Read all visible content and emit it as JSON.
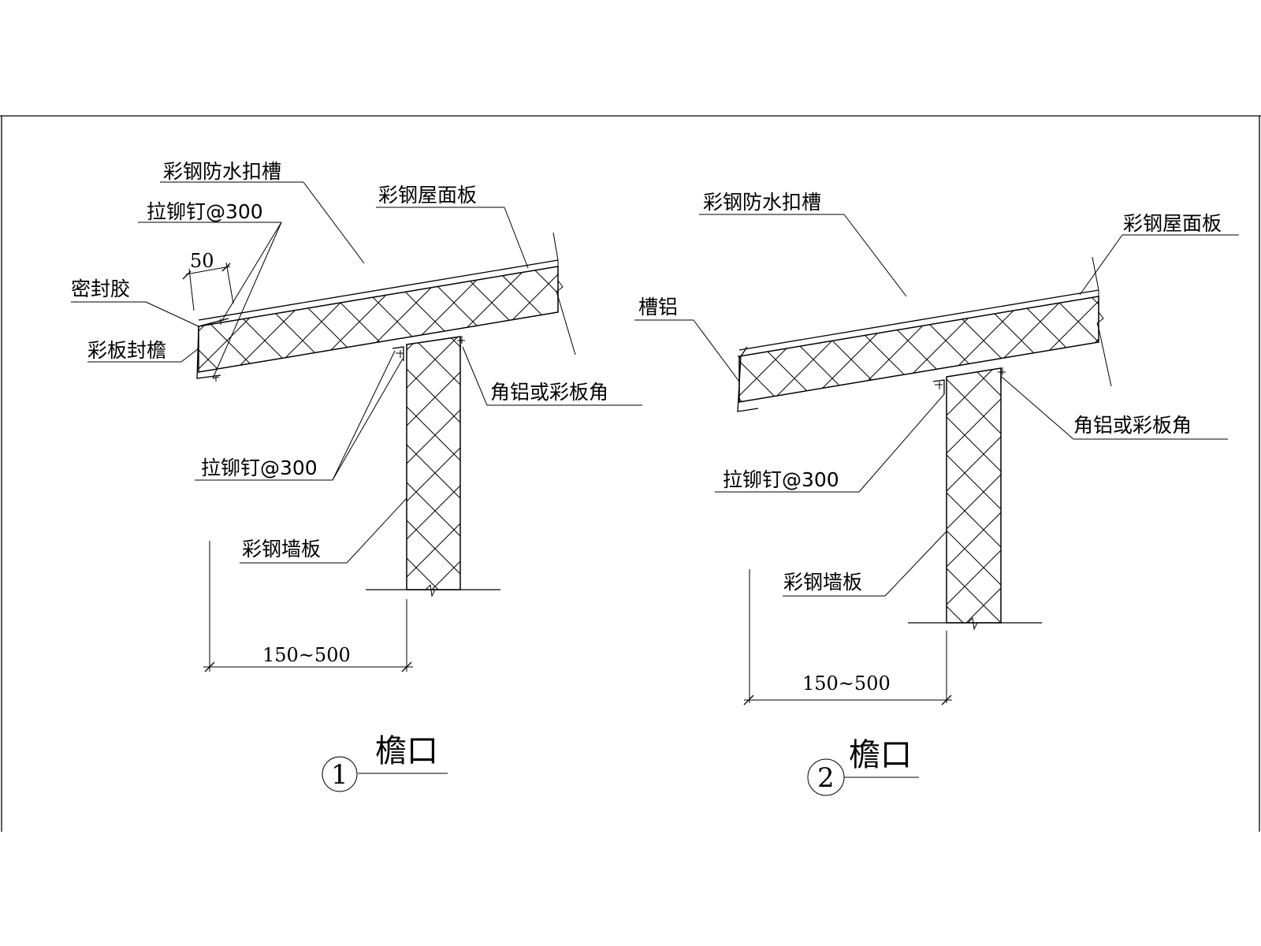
{
  "details": [
    {
      "number": "1",
      "title": "檐口",
      "labels": {
        "gutter": "彩钢防水扣槽",
        "roof_panel": "彩钢屋面板",
        "rivet_top": "拉铆钉@300",
        "dim_50": "50",
        "sealant": "密封胶",
        "fascia": "彩板封檐",
        "corner": "角铝或彩板角",
        "rivet_bottom": "拉铆钉@300",
        "wall_panel": "彩钢墙板",
        "overhang": "150~500"
      }
    },
    {
      "number": "2",
      "title": "檐口",
      "labels": {
        "gutter": "彩钢防水扣槽",
        "roof_panel": "彩钢屋面板",
        "channel": "槽铝",
        "corner": "角铝或彩板角",
        "rivet": "拉铆钉@300",
        "wall_panel": "彩钢墙板",
        "overhang": "150~500"
      }
    }
  ]
}
